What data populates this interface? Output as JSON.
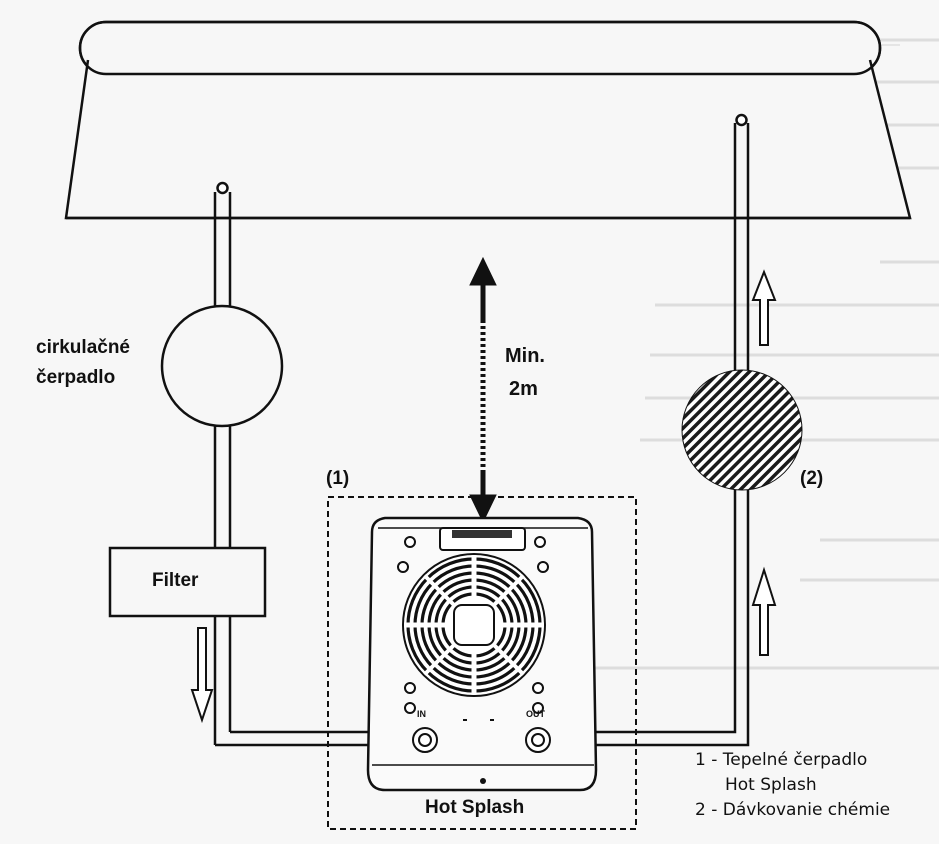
{
  "labels": {
    "pump_line1": "cirkulačné",
    "pump_line2": "čerpadlo",
    "filter": "Filter",
    "distance_line1": "Min.",
    "distance_line2": "2m",
    "marker1": "(1)",
    "marker2": "(2)",
    "heater_in": "IN",
    "heater_out": "OUT",
    "heater_name": "Hot Splash"
  },
  "legend": {
    "item1_line1": "1 - Tepelné čerpadlo",
    "item1_line2": "Hot Splash",
    "item2": "2 - Dávkovanie chémie"
  },
  "icons": [
    "pool-icon",
    "circulation-pump-icon",
    "filter-icon",
    "heat-pump-icon",
    "chemical-dosing-icon",
    "flow-arrow-icon",
    "distance-arrow-icon"
  ],
  "colors": {
    "line": "#111111",
    "background": "#f7f7f7"
  }
}
